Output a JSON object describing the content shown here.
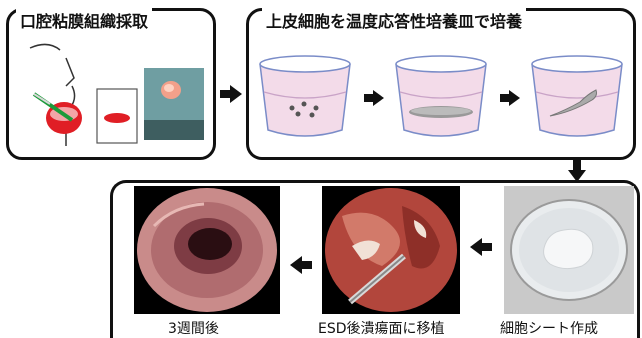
{
  "step1": {
    "title": "口腔粘膜組織採取"
  },
  "step2": {
    "title": "上皮細胞を温度応答性培養皿で培養"
  },
  "step3": {
    "caption": "細胞シート作成"
  },
  "step4": {
    "caption": "ESD後潰瘍面に移植"
  },
  "step5": {
    "caption": "3週間後"
  }
}
